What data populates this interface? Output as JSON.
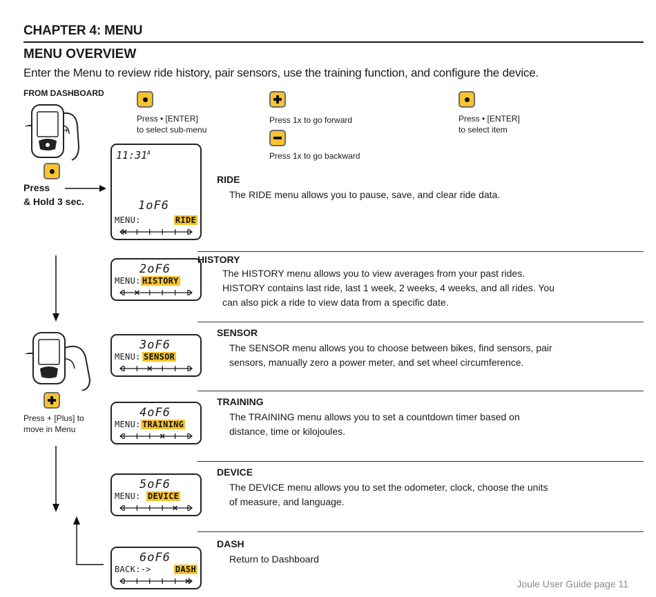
{
  "header": {
    "chapter": "CHAPTER 4: MENU",
    "overview_title": "MENU OVERVIEW",
    "intro": "Enter the Menu to review ride history, pair sensors, use the training function, and configure the device."
  },
  "left": {
    "from_dashboard": "FROM DASHBOARD",
    "press_hold_line1": "Press",
    "press_hold_line2": "& Hold 3 sec.",
    "press_plus_line1": "Press + [Plus] to",
    "press_plus_line2": "move in Menu"
  },
  "instructions": {
    "enter1_line1": "Press • [ENTER]",
    "enter1_line2": "to select sub-menu",
    "forward": "Press 1x to go forward",
    "backward": "Press 1x to go backward",
    "enter2_line1": "Press • [ENTER]",
    "enter2_line2": "to select item"
  },
  "first_screen": {
    "time": "11:31",
    "time_suffix": "A"
  },
  "sections": [
    {
      "count": "1oF6",
      "menu_prefix": "MENU:",
      "menu_label": "RIDE",
      "marker": 0,
      "title": "RIDE",
      "desc": [
        "The RIDE menu allows you to pause, save, and clear ride data."
      ]
    },
    {
      "count": "2oF6",
      "menu_prefix": "MENU:",
      "menu_label": "HISTORY",
      "marker": 1,
      "title": "HISTORY",
      "desc": [
        "The HISTORY menu allows you to view averages from your past rides.",
        "HISTORY contains last ride, last 1 week, 2 weeks, 4 weeks, and all rides. You",
        "can also pick a ride to view data from a specific date."
      ]
    },
    {
      "count": "3oF6",
      "menu_prefix": "MENU:",
      "menu_label": "SENSOR",
      "marker": 2,
      "title": "SENSOR",
      "desc": [
        "The SENSOR menu allows you to choose between bikes, find sensors, pair",
        "sensors, manually zero a power meter, and set wheel circumference."
      ]
    },
    {
      "count": "4oF6",
      "menu_prefix": "MENU:",
      "menu_label": "TRAINING",
      "marker": 3,
      "title": "TRAINING",
      "desc": [
        "The TRAINING menu allows you to set a countdown timer based on",
        "distance, time or kilojoules."
      ]
    },
    {
      "count": "5oF6",
      "menu_prefix": "MENU:",
      "menu_label": "DEVICE",
      "marker": 4,
      "title": "DEVICE",
      "desc": [
        "The DEVICE menu allows you to set the odometer, clock, choose the units",
        "of measure, and language."
      ]
    },
    {
      "count": "6oF6",
      "menu_prefix": "BACK:->",
      "menu_label": "DASH",
      "marker": 5,
      "title": "DASH",
      "desc": [
        "Return to Dashboard"
      ]
    }
  ],
  "footer": "Joule User Guide page 11",
  "colors": {
    "highlight": "#f7c42e",
    "text": "#1a1a1a",
    "footer": "#888888"
  }
}
